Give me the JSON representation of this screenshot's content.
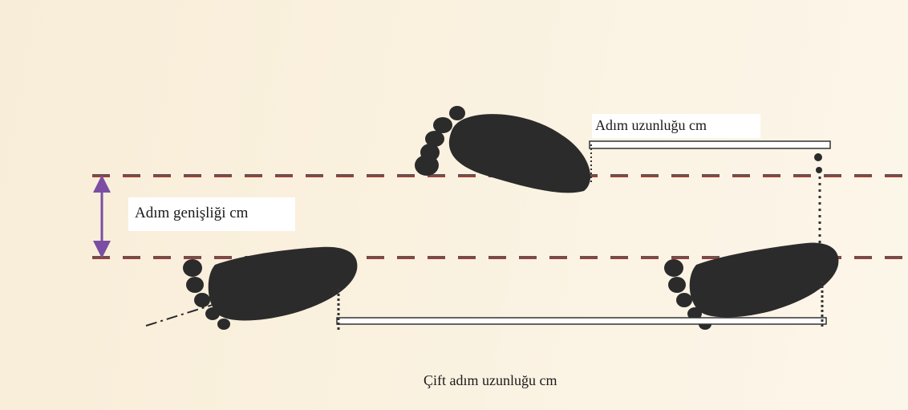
{
  "labels": {
    "step_width": "Adım genişliği cm",
    "step_length": "Adım uzunluğu  cm",
    "stride_length": "Çift adım uzunluğu  cm"
  },
  "colors": {
    "background": "#faf1df",
    "footprint": "#2b2b2b",
    "dashed_line_dark": "#6b4f4f",
    "dashed_line_red": "#c0392b",
    "arrow": "#7b4ea3",
    "bracket": "#333333"
  },
  "footprints": [
    {
      "name": "left-footprint-upper",
      "side": "left"
    },
    {
      "name": "right-footprint-lower-left",
      "side": "right"
    },
    {
      "name": "right-footprint-lower-right",
      "side": "right"
    }
  ]
}
